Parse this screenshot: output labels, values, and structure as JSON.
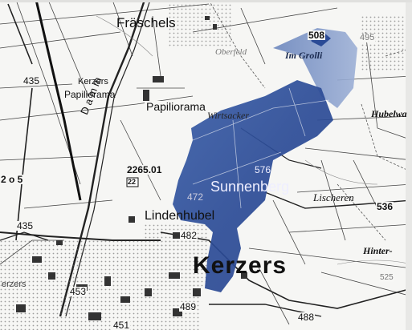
{
  "map": {
    "places": {
      "fraeschels": "Fräschels",
      "kerzers_papiliorama_line1": "Kerzers",
      "kerzers_papiliorama_line2": "Papiliorama",
      "papiliorama": "Papiliorama",
      "oberfeld": "Oberfeld",
      "im_grolli": "Im Grolli",
      "hubelwald": "Hubelwa",
      "wirtsacker": "Wirtsacker",
      "sunnenberg": "Sunnenberg",
      "lischeren": "Lischeren",
      "lindenhubel": "Lindenhubel",
      "kerzers": "Kerzers",
      "hinter": "Hinter-",
      "kerzers_cut": "erzers",
      "damm": "D a m m"
    },
    "elevations": [
      "508",
      "495",
      "435",
      "576",
      "472",
      "536",
      "482",
      "435",
      "453",
      "489",
      "488",
      "451",
      "525",
      "2 o 5"
    ],
    "road_ids": {
      "km": "2265.0",
      "km_suffix": "1",
      "route": "22"
    },
    "highlight_color": "#2d4f9c",
    "icons": [
      "map-topographic"
    ]
  }
}
